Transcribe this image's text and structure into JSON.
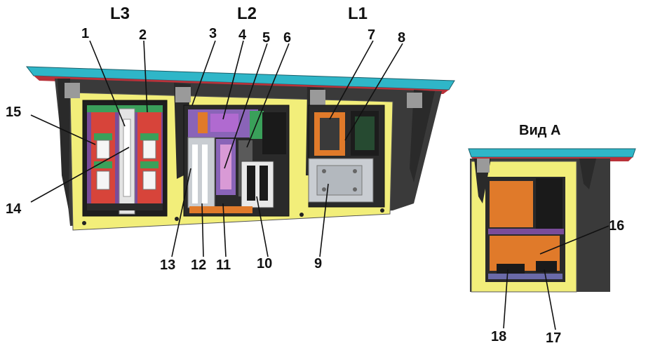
{
  "sections": {
    "l3": "L3",
    "l2": "L2",
    "l1": "L1"
  },
  "view_a": "Вид А",
  "callouts": {
    "n1": "1",
    "n2": "2",
    "n3": "3",
    "n4": "4",
    "n5": "5",
    "n6": "6",
    "n7": "7",
    "n8": "8",
    "n9": "9",
    "n10": "10",
    "n11": "11",
    "n12": "12",
    "n13": "13",
    "n14": "14",
    "n15": "15",
    "n16": "16",
    "n17": "17",
    "n18": "18"
  },
  "colors": {
    "roof": "#2fb6c8",
    "body": "#f2ee7a",
    "frame": "#2a2a2a",
    "red": "#d7443a",
    "green": "#3aa05a",
    "purple": "#8a64b8",
    "orange": "#e07a2a",
    "grey": "#c9cdd2"
  }
}
